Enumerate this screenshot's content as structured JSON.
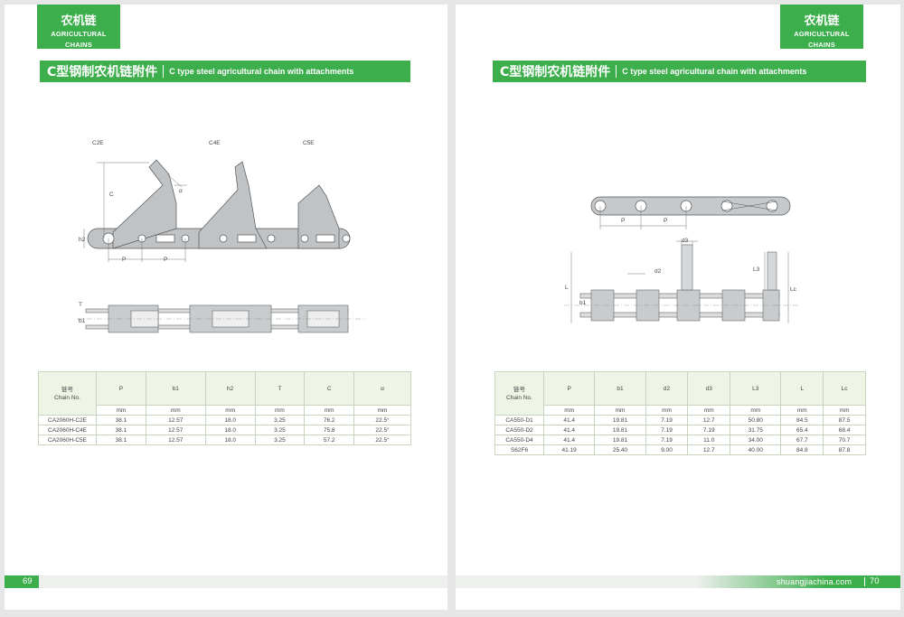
{
  "left_page": {
    "brand_cn": "农机链",
    "brand_en": "AGRICULTURAL CHAINS",
    "title_cn": "C型钢制农机链附件",
    "title_en": "C type steel agricultural chain with attachments",
    "diagram_labels": {
      "c2e": "C2E",
      "c4e": "C4E",
      "c5e": "C5E",
      "c": "C",
      "alpha": "α",
      "h2": "h2",
      "p1": "P",
      "p2": "P",
      "t": "T",
      "b1": "b1"
    },
    "table": {
      "first_header_cn": "链号",
      "first_header_en": "Chain No.",
      "headers": [
        "P",
        "b1",
        "h2",
        "T",
        "C",
        "α"
      ],
      "units": [
        "mm",
        "mm",
        "mm",
        "mm",
        "mm",
        "mm"
      ],
      "rows": [
        [
          "CA2060H-C2E",
          "38.1",
          "12.57",
          "18.0",
          "3.25",
          "76.2",
          "22.5°"
        ],
        [
          "CA2060H-C4E",
          "38.1",
          "12.57",
          "18.0",
          "3.25",
          "75.8",
          "22.5°"
        ],
        [
          "CA2060H-C5E",
          "38.1",
          "12.57",
          "18.0",
          "3.25",
          "57.2",
          "22.5°"
        ]
      ]
    },
    "page_number": "69"
  },
  "right_page": {
    "brand_cn": "农机链",
    "brand_en": "AGRICULTURAL CHAINS",
    "title_cn": "C型钢制农机链附件",
    "title_en": "C type steel agricultural chain with attachments",
    "diagram_labels": {
      "p1": "P",
      "p2": "P",
      "d3": "d3",
      "d2": "d2",
      "l3": "L3",
      "l": "L",
      "lc": "Lc",
      "b1": "b1"
    },
    "table": {
      "first_header_cn": "链号",
      "first_header_en": "Chain No.",
      "headers": [
        "P",
        "b1",
        "d2",
        "d3",
        "L3",
        "L",
        "Lc"
      ],
      "units": [
        "mm",
        "mm",
        "mm",
        "mm",
        "mm",
        "mm",
        "mm"
      ],
      "rows": [
        [
          "CA550-D1",
          "41.4",
          "19.81",
          "7.19",
          "12.7",
          "50.80",
          "84.5",
          "87.5"
        ],
        [
          "CA550-D2",
          "41.4",
          "19.81",
          "7.19",
          "7.19",
          "31.75",
          "65.4",
          "68.4"
        ],
        [
          "CA550-D4",
          "41.4",
          "19.81",
          "7.19",
          "11.0",
          "34.00",
          "67.7",
          "70.7"
        ],
        [
          "S62F6",
          "41.19",
          "25.40",
          "9.00",
          "12.7",
          "40.00",
          "84.8",
          "87.8"
        ]
      ]
    },
    "website": "shuangjiachina.com",
    "page_number": "70"
  }
}
